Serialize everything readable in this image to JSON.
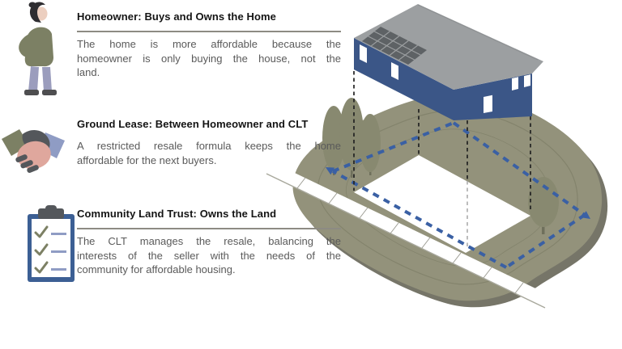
{
  "page": {
    "background": "#ffffff"
  },
  "sections": [
    {
      "icon": "person",
      "title": "Homeowner: Buys and Owns the Home",
      "has_divider": true,
      "body_lines": [
        "The home is more affordable because the",
        "homeowner is only buying the house, not the",
        "land."
      ]
    },
    {
      "icon": "handshake",
      "title": "Ground Lease: Between Homeowner and CLT",
      "has_divider": false,
      "body_lines": [
        "A restricted resale formula keeps the home",
        "affordable for the next buyers."
      ]
    },
    {
      "icon": "clipboard-checklist",
      "title": "Community Land Trust: Owns the Land",
      "has_divider": true,
      "body_lines": [
        "The CLT manages the resale, balancing the",
        "interests of the seller with the needs of the",
        "community for affordable housing."
      ]
    }
  ],
  "illustration": {
    "description": "Isometric house raised above a community land trust parcel: dashed projection lines drop from the house corners to a white lot, a blue dashed lease boundary with arrowheads rings the lot, with trees and a white sidewalk on olive land",
    "colors": {
      "house_wall": "#3b5687",
      "roof": "#9c9fa1",
      "roof_ridge": "#8d9092",
      "solar_panels": "#5e6265",
      "window": "#ffffff",
      "land": "#93927b",
      "land_shadow": "#767568",
      "land_ring": "#83836c",
      "tree": "#888970",
      "tree_trunk": "#6f705c",
      "sidewalk": "#ffffff",
      "sidewalk_line": "#9d9d94",
      "parcel": "#ffffff",
      "boundary_dash": "#3a60a4",
      "projection_dash": "#222222",
      "projection_dash_light": "#a6a6a6"
    }
  },
  "text_styles": {
    "title_color": "#141414",
    "body_color": "#5a5a5a",
    "divider_color": "#8d8b83"
  }
}
